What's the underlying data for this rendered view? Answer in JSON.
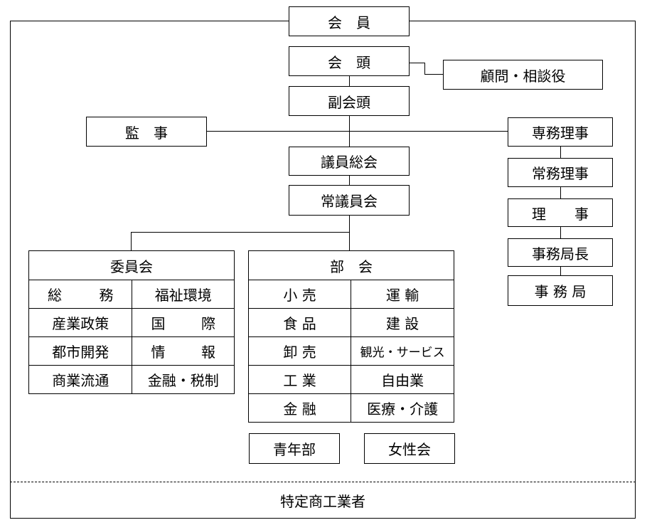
{
  "top": {
    "members": "会　員",
    "chairman": "会　頭",
    "advisor": "顧問・相談役",
    "vice_chairman": "副会頭",
    "auditor": "監　事",
    "general_assembly": "議員総会",
    "standing_assembly": "常議員会"
  },
  "executives": [
    {
      "label": "専務理事"
    },
    {
      "label": "常務理事"
    },
    {
      "label": "理　　事"
    },
    {
      "label": "事務局長"
    },
    {
      "label": "事 務 局"
    }
  ],
  "committees": {
    "title": "委員会",
    "rows": [
      [
        "総　　務",
        "福祉環境"
      ],
      [
        "産業政策",
        "国　　際"
      ],
      [
        "都市開発",
        "情　　報"
      ],
      [
        "商業流通",
        "金融・税制"
      ]
    ]
  },
  "divisions": {
    "title": "部　会",
    "rows": [
      [
        "小 売",
        "運 輸"
      ],
      [
        "食 品",
        "建 設"
      ],
      [
        "卸 売",
        "観光・サービス"
      ],
      [
        "工 業",
        "自由業"
      ],
      [
        "金 融",
        "医療・介護"
      ]
    ]
  },
  "groups": {
    "youth": "青年部",
    "women": "女性会"
  },
  "footer": {
    "label": "特定商工業者"
  }
}
